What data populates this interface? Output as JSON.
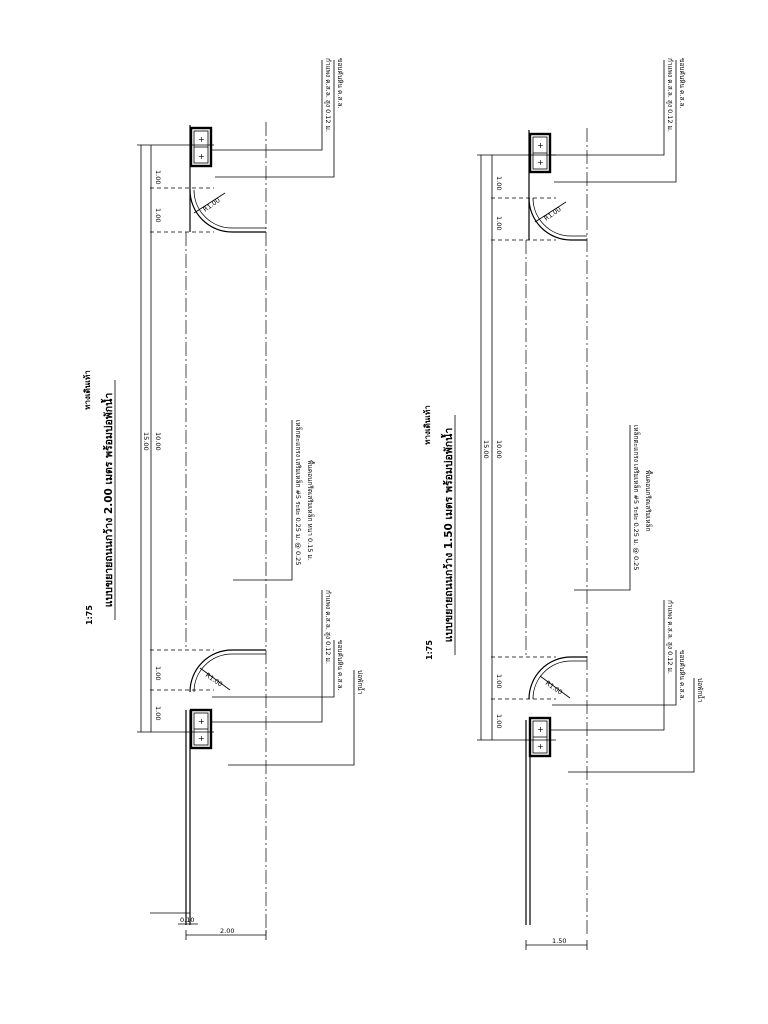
{
  "drawings": [
    {
      "title": "แบบขยายถนนกว้าง 2.00 เมตร พร้อมบ่อพักน้ำ",
      "subtitle": "ทางเดินเท้า",
      "scale": "1:75",
      "notes": {
        "top_label_1": "กำแพง ค.ส.ล. สูง 0.12 ม.",
        "top_label_2": "ขอบคันหิน ค.ส.ล.",
        "middle_label_1": "พื้นคอนกรีตเสริมเหล็ก หนา 0.15 ม.",
        "middle_label_2": "เหล็กตะแกรง เสริมเหล็ก #5 ระยะ 0.25 ม. @ 0.25",
        "bottom_label_1": "กำแพง ค.ส.ล. สูง 0.12 ม.",
        "bottom_label_2": "ขอบคันหิน ค.ส.ล.",
        "bottom_label_3": "บ่อพักน้ำ"
      },
      "dimensions": {
        "seg_top_1": "1.00",
        "seg_top_2": "1.00",
        "total": "15.00",
        "middle": "10.00",
        "seg_bot_1": "1.00",
        "seg_bot_2": "1.00",
        "width": "2.00",
        "edge": "0.10"
      },
      "radius_top": "R1.00",
      "radius_bottom": "R1.00"
    },
    {
      "title": "แบบขยายถนนกว้าง 1.50 เมตร พร้อมบ่อพักน้ำ",
      "subtitle": "ทางเดินเท้า",
      "scale": "1:75",
      "notes": {
        "top_label_1": "กำแพง ค.ส.ล. สูง 0.12 ม.",
        "top_label_2": "ขอบคันหิน ค.ส.ล.",
        "middle_label_1": "พื้นคอนกรีตเสริมเหล็ก",
        "middle_label_2": "เหล็กตะแกรง เสริมเหล็ก #5 ระยะ 0.25 ม. @ 0.25",
        "bottom_label_1": "กำแพง ค.ส.ล. สูง 0.12 ม.",
        "bottom_label_2": "ขอบคันหิน ค.ส.ล.",
        "bottom_label_3": "บ่อพักน้ำ"
      },
      "dimensions": {
        "seg_top_1": "1.00",
        "seg_top_2": "1.00",
        "total": "15.00",
        "middle": "10.00",
        "seg_bot_1": "1.00",
        "seg_bot_2": "1.00",
        "width": "1.50"
      },
      "radius_top": "R1.00",
      "radius_bottom": "R1.00"
    }
  ]
}
